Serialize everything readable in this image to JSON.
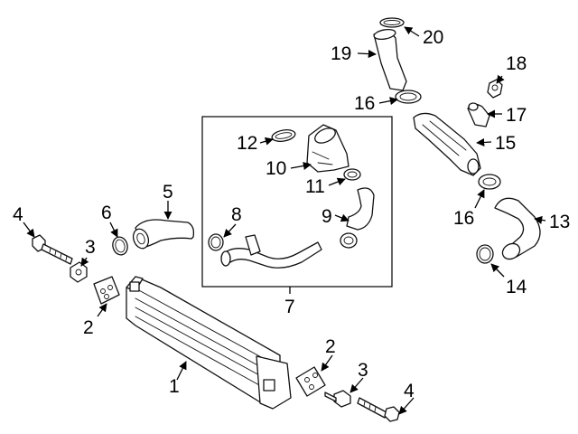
{
  "diagram": {
    "callouts": [
      "1",
      "2",
      "2",
      "3",
      "3",
      "4",
      "4",
      "5",
      "6",
      "7",
      "8",
      "9",
      "10",
      "11",
      "12",
      "13",
      "14",
      "15",
      "16",
      "16",
      "17",
      "18",
      "19",
      "20"
    ],
    "colors": {
      "line": "#111111",
      "background": "#ffffff"
    }
  }
}
